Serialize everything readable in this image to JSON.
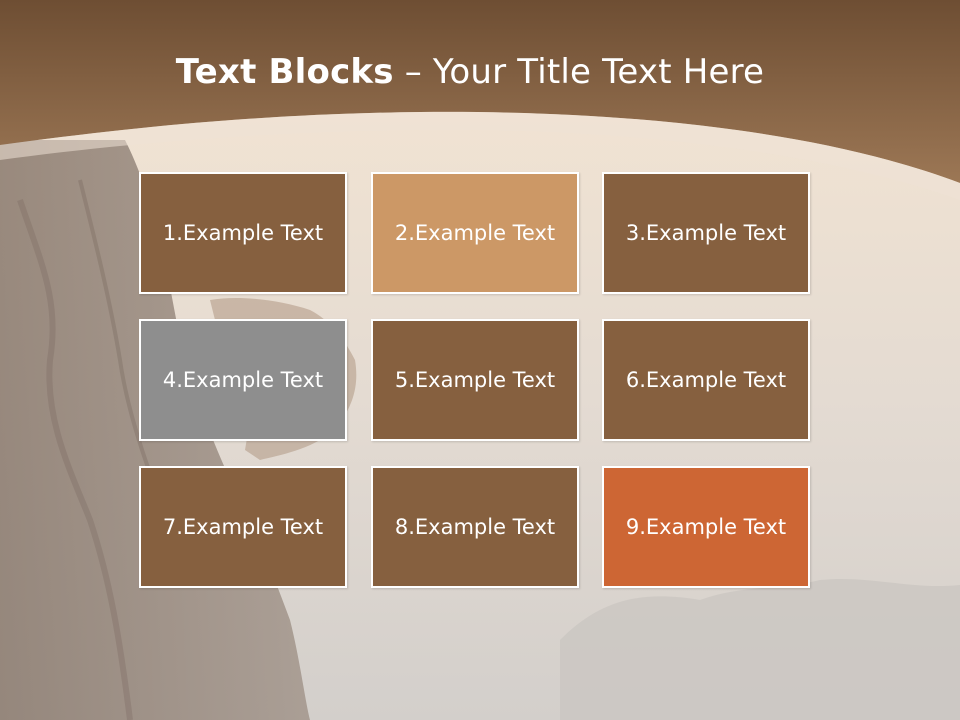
{
  "slide": {
    "title_bold": "Text Blocks",
    "title_dash": " – ",
    "title_rest": "Your Title Text Here"
  },
  "blocks": [
    {
      "label": "1.Example Text",
      "color": "#86603f"
    },
    {
      "label": "2.Example Text",
      "color": "#cc9866"
    },
    {
      "label": "3.Example Text",
      "color": "#86603f"
    },
    {
      "label": "4.Example Text",
      "color": "#8e8e8e"
    },
    {
      "label": "5.Example Text",
      "color": "#86603f"
    },
    {
      "label": "6.Example Text",
      "color": "#86603f"
    },
    {
      "label": "7.Example Text",
      "color": "#86603f"
    },
    {
      "label": "8.Example Text",
      "color": "#86603f"
    },
    {
      "label": "9.Example Text",
      "color": "#cd6634"
    }
  ],
  "colors": {
    "header_dark": "#6f4f33",
    "header_light": "#9a7452",
    "accent_orange": "#cd6634"
  }
}
